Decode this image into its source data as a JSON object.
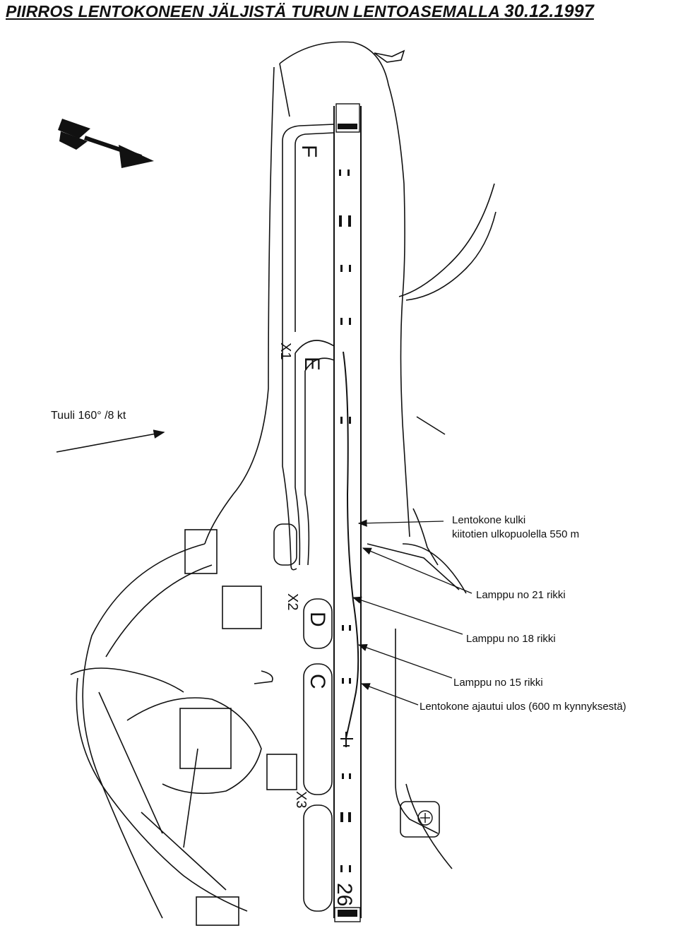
{
  "title": "PIIRROS LENTOKONEEN JÄLJISTÄ TURUN LENTOASEMALLA",
  "date": "30.12.1997",
  "wind": {
    "text": "Tuuli 160° /8 kt"
  },
  "taxiways": {
    "F": "F",
    "E": "E",
    "D": "D",
    "C": "C",
    "X1": "X1",
    "X2": "X2",
    "X3": "X3",
    "runway_end": "26"
  },
  "annotations": {
    "path_line1": "Lentokone kulki",
    "path_line2": "kiitotien ulkopuolella 550 m",
    "lamp21": "Lamppu no 21 rikki",
    "lamp18": "Lamppu no 18 rikki",
    "lamp15": "Lamppu no 15 rikki",
    "exit": "Lentokone ajautui ulos (600 m kynnyksestä)"
  },
  "colors": {
    "ink": "#111111",
    "paper": "#ffffff"
  },
  "icons": {
    "north": "north-arrow-icon",
    "wind": "wind-arrow-icon",
    "aircraft": "aircraft-icon",
    "heli": "helipad-icon"
  }
}
